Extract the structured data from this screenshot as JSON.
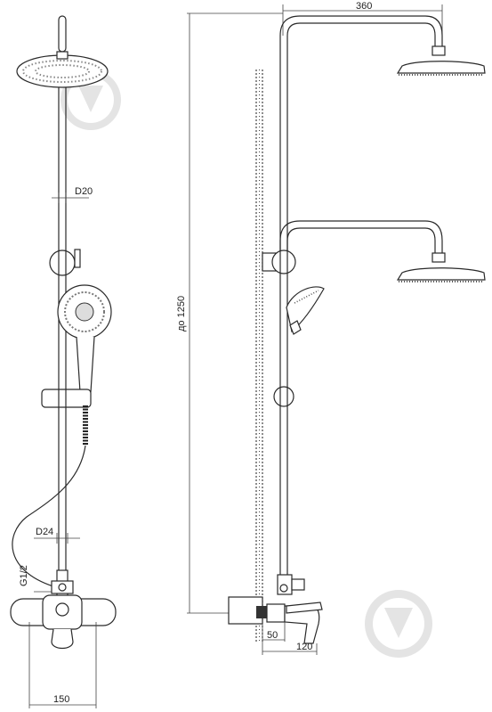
{
  "front_view": {
    "pipe_diameter_label": "D20",
    "bottom_pipe_diameter_label": "D24",
    "thread_label": "G1/2",
    "width_label": "150"
  },
  "side_view": {
    "arm_reach_label": "360",
    "height_label": "до 1250",
    "wall_offset_label": "50",
    "spout_length_label": "120"
  },
  "watermark": {
    "icon": "brand-logo-icon"
  }
}
